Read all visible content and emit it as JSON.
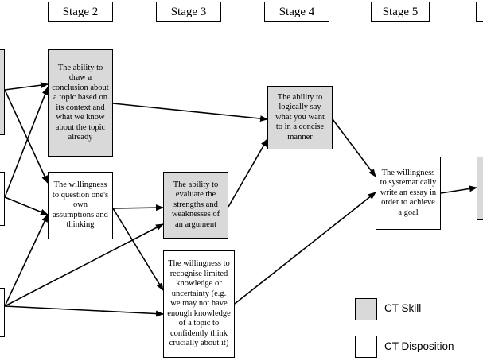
{
  "stages": [
    "Stage 2",
    "Stage 3",
    "Stage 4",
    "Stage 5"
  ],
  "nodes": {
    "draw_conclusion": "The ability to draw a conclusion about a topic based on its context and what we know about the topic already",
    "question_assumptions": "The willingness to question one's own assumptions and thinking",
    "evaluate_arguments": "The ability to evaluate the strengths and weaknesses of an argument",
    "recognise_limited": "The willingness to recognise limited knowledge or uncertainty (e.g. we may not have enough knowledge of a topic to confidently think crucially about it)",
    "logically_say": "The ability to logically say what you want to in a concise manner",
    "write_essay": "The willingness to systematically write an essay in order to achieve a goal"
  },
  "legend": {
    "skill": "CT Skill",
    "disposition": "CT Disposition"
  },
  "colors": {
    "skill_fill": "#d9d9d9",
    "disposition_fill": "#ffffff",
    "line": "#000000"
  }
}
